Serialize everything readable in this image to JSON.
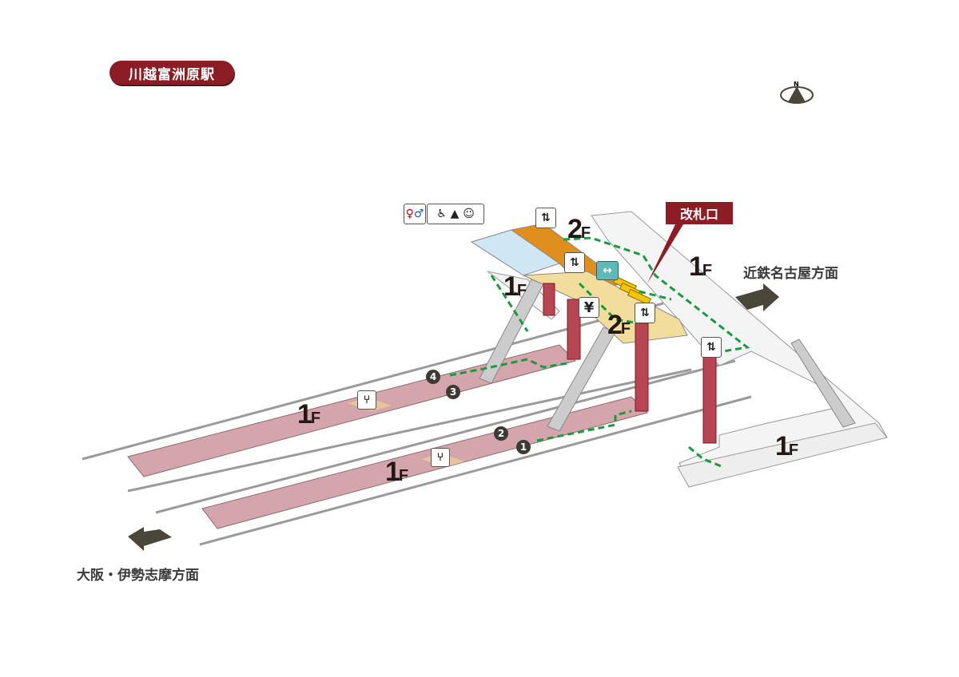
{
  "station_name": "川越富洲原駅",
  "gate_label": "改札口",
  "directions": {
    "east": "近鉄名古屋方面",
    "west": "大阪・伊勢志摩方面"
  },
  "floors": {
    "f1": "1",
    "f2": "2",
    "f_suffix": "F"
  },
  "exits": [
    "1",
    "2",
    "3",
    "4"
  ],
  "compass": "N",
  "icons": {
    "yen": "¥",
    "transfer": "↔",
    "elevator": "⇅"
  },
  "colors": {
    "brand": "#8c1d24",
    "platform": "#d4a5ab",
    "concourse": "#f3dd9d",
    "orange": "#e08e1e",
    "blue": "#cfe6f4",
    "route": "#1a9a3e"
  }
}
